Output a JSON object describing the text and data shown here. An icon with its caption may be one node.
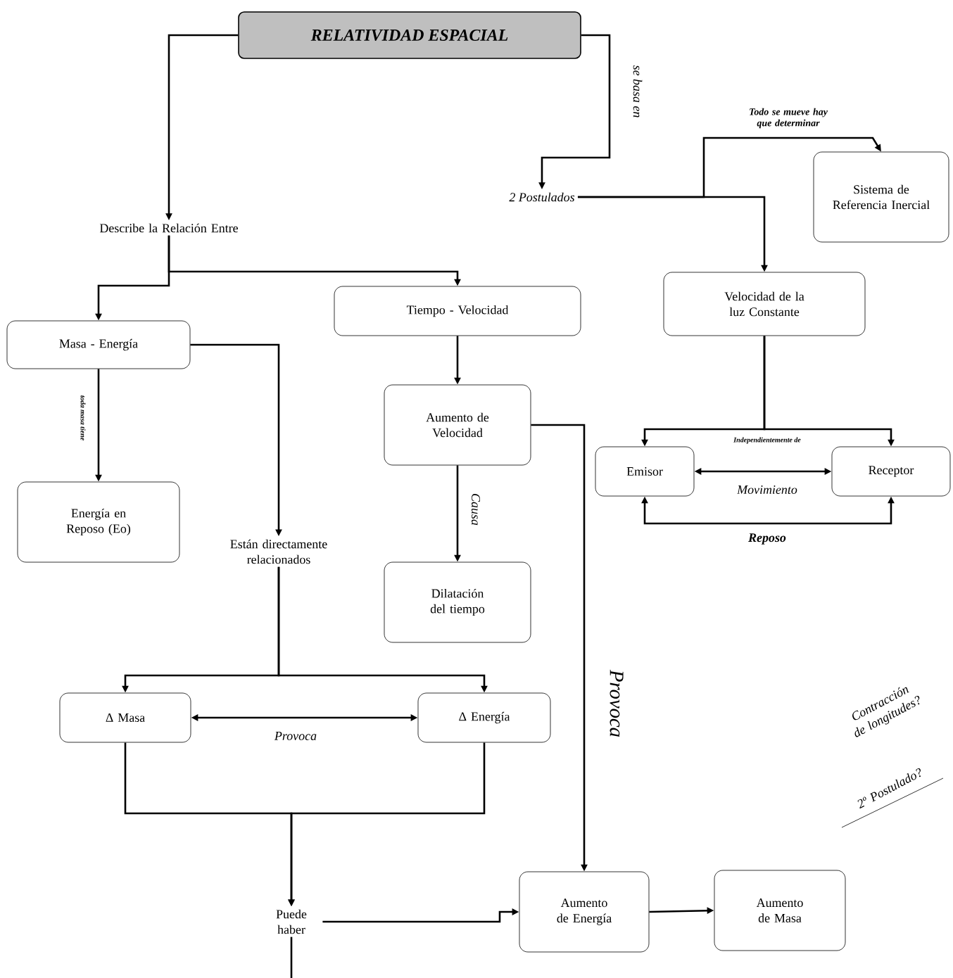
{
  "diagram": {
    "nodes": [
      {
        "text": [
          "RELATIVIDAD ESPACIAL"
        ]
      },
      {
        "text": [
          "Describe la Relación Entre"
        ]
      },
      {
        "text": [
          "2 Postulados"
        ]
      },
      {
        "text": [
          "Sistema de Referencia Inercial"
        ]
      },
      {
        "text": [
          "Masa - Energía"
        ]
      },
      {
        "text": [
          "Tiempo - Velocidad"
        ]
      },
      {
        "text": [
          "Velocidad de la luz Constante"
        ]
      },
      {
        "text": [
          "Energía en Reposo (Eo)"
        ]
      },
      {
        "text": [
          "Están directamente relacionados"
        ]
      },
      {
        "text": [
          "Aumento de Velocidad"
        ]
      },
      {
        "text": [
          "Dilatación del tiempo"
        ]
      },
      {
        "text": [
          "Emisor"
        ]
      },
      {
        "text": [
          "Receptor"
        ]
      },
      {
        "text": [
          "Δ Masa"
        ]
      },
      {
        "text": [
          "Δ Energía"
        ]
      },
      {
        "text": [
          "Puede haber"
        ]
      },
      {
        "text": [
          "Aumento de Energía"
        ]
      },
      {
        "text": [
          "Aumento de Masa"
        ]
      }
    ],
    "edges": [
      {
        "from": 0,
        "to": 1,
        "arrow": "to"
      },
      {
        "from": 0,
        "to": 2,
        "arrow": "to",
        "label": "se basa en"
      },
      {
        "from": 2,
        "to": 3,
        "arrow": "to",
        "label": "Todo se mueve hay que determinar"
      },
      {
        "from": 2,
        "to": 6,
        "arrow": "to"
      },
      {
        "from": 1,
        "to": 4,
        "arrow": "to"
      },
      {
        "from": 1,
        "to": 5,
        "arrow": "to"
      },
      {
        "from": 4,
        "to": 7,
        "arrow": "to",
        "label": "toda masa tiene"
      },
      {
        "from": 4,
        "to": 8,
        "arrow": "to"
      },
      {
        "from": 5,
        "to": 9,
        "arrow": "to"
      },
      {
        "from": 9,
        "to": 10,
        "arrow": "to",
        "label": "Causa"
      },
      {
        "from": 9,
        "to": 16,
        "arrow": "to",
        "label": "Provoca"
      },
      {
        "from": 6,
        "to": 11,
        "arrow": "to",
        "label": "Independientemente de"
      },
      {
        "from": 6,
        "to": 12,
        "arrow": "to"
      },
      {
        "from": 11,
        "to": 12,
        "arrow": "both",
        "label": "Movimiento"
      },
      {
        "from": 11,
        "to": 12,
        "arrow": "both",
        "label": "Reposo"
      },
      {
        "from": 8,
        "to": 13,
        "arrow": "to"
      },
      {
        "from": 8,
        "to": 14,
        "arrow": "to"
      },
      {
        "from": 13,
        "to": 14,
        "arrow": "both",
        "label": "Provoca"
      },
      {
        "from": 13,
        "to": 15,
        "arrow": "to"
      },
      {
        "from": 14,
        "to": 15,
        "arrow": "to"
      },
      {
        "from": 15,
        "to": 16,
        "arrow": "to"
      },
      {
        "from": 16,
        "to": 17,
        "arrow": "to"
      },
      {
        "from": 15,
        "to": null,
        "arrow": "none"
      }
    ],
    "labels": [
      "Contracción de longitudes?",
      "2º Postulado?"
    ]
  }
}
